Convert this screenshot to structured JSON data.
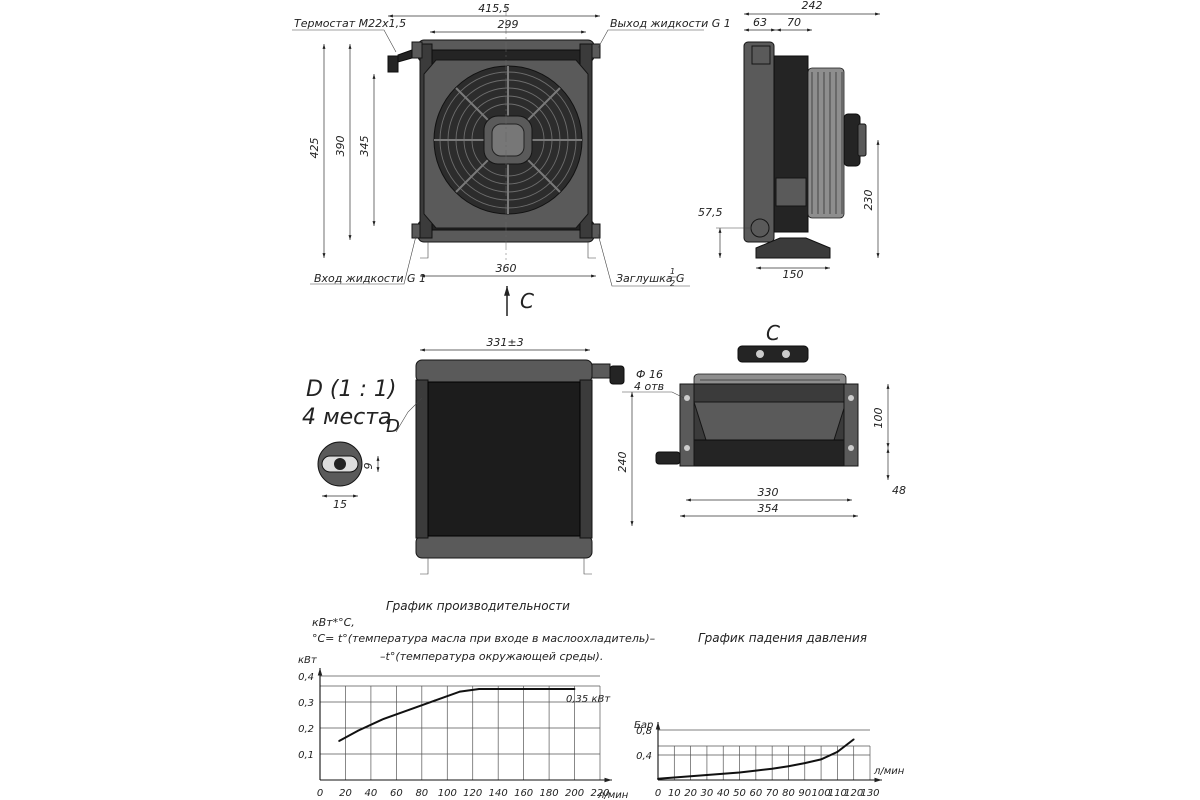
{
  "front_view": {
    "callouts": {
      "thermostat": "Термостат М22х1,5",
      "outlet": "Выход жидкости G 1",
      "inlet": "Вход жидкости G 1",
      "plug": "Заглушка G",
      "plug_num": "1",
      "plug_den": "2"
    },
    "dims": {
      "overall_width": "415,5",
      "core_width": "299",
      "overall_height": "425",
      "height_390": "390",
      "height_345": "345",
      "base_width": "360"
    }
  },
  "side_view": {
    "dims": {
      "depth": "242",
      "d63": "63",
      "d70": "70",
      "h230": "230",
      "h57": "57,5",
      "base": "150"
    }
  },
  "view_c_arrow": "C",
  "rear_view": {
    "dims": {
      "width": "331±3",
      "height": "240"
    }
  },
  "detail_d": {
    "title_line1": "D (1 : 1)",
    "title_line2": "4 места",
    "marker": "D",
    "dim_width": "15",
    "dim_height": "9"
  },
  "top_view": {
    "label": "C",
    "hole_callout_1": "Ф 16",
    "hole_callout_2": "4 отв",
    "dims": {
      "h100": "100",
      "w330": "330",
      "w354": "354",
      "h48": "48"
    }
  },
  "performance_chart": {
    "title": "График производительности",
    "unit_line": "кВт*°С,",
    "definition_line1": "°С= t°(температура масла при входе в маслоохладитель)–",
    "definition_line2": "–t°(температура окружающей среды).",
    "ylabel": "кВт",
    "xlabel": "л/мин",
    "annotation": "0,35 кВт"
  },
  "pressure_chart": {
    "title": "График падения давления",
    "ylabel": "Бар",
    "xlabel": "л/мин"
  },
  "chart_data": [
    {
      "type": "line",
      "title": "График производительности",
      "xlabel": "л/мин",
      "ylabel": "кВт",
      "x_ticks": [
        0,
        20,
        40,
        60,
        80,
        100,
        120,
        140,
        160,
        180,
        200,
        220
      ],
      "y_ticks": [
        "0,1",
        "0,2",
        "0,3",
        "0,4"
      ],
      "xlim": [
        0,
        220
      ],
      "ylim": [
        0,
        0.4
      ],
      "grid": true,
      "series": [
        {
          "x": [
            15,
            30,
            50,
            70,
            90,
            110,
            125,
            140,
            160,
            180,
            200
          ],
          "y": [
            0.15,
            0.19,
            0.235,
            0.27,
            0.305,
            0.34,
            0.35,
            0.35,
            0.35,
            0.35,
            0.35
          ]
        }
      ]
    },
    {
      "type": "line",
      "title": "График падения давления",
      "xlabel": "л/мин",
      "ylabel": "Бар",
      "x_ticks": [
        0,
        10,
        20,
        30,
        40,
        50,
        60,
        70,
        80,
        90,
        100,
        110,
        120,
        130
      ],
      "y_ticks": [
        "0,4",
        "0,8"
      ],
      "xlim": [
        0,
        130
      ],
      "ylim": [
        0,
        0.8
      ],
      "grid": true,
      "series": [
        {
          "x": [
            0,
            10,
            20,
            30,
            40,
            50,
            60,
            70,
            80,
            90,
            100,
            110,
            120
          ],
          "y": [
            0.02,
            0.04,
            0.06,
            0.08,
            0.1,
            0.12,
            0.15,
            0.18,
            0.22,
            0.27,
            0.33,
            0.45,
            0.65
          ]
        }
      ]
    }
  ]
}
